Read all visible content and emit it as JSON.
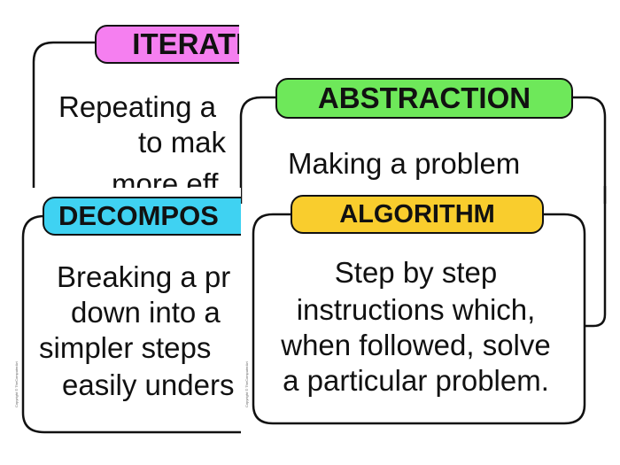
{
  "cards": {
    "iteration": {
      "title": "ITERATION",
      "lines": [
        "Repeating a",
        "to mak",
        "more eff"
      ],
      "color": "#f57ff0"
    },
    "abstraction": {
      "title": "ABSTRACTION",
      "lines": [
        "Making a problem"
      ],
      "color": "#6ee85a"
    },
    "decomposition": {
      "title": "DECOMPOS",
      "lines": [
        "Breaking a pr",
        "down into a",
        "simpler steps",
        "easily unders"
      ],
      "color": "#3fd2f2",
      "copyright": "Copyright © TheComputerArt"
    },
    "algorithm": {
      "title": "ALGORITHM",
      "lines": [
        "Step by step",
        "instructions which,",
        "when followed, solve",
        "a particular problem."
      ],
      "color": "#f9cd2d",
      "copyright": "Copyright © TheComputerArt"
    }
  }
}
